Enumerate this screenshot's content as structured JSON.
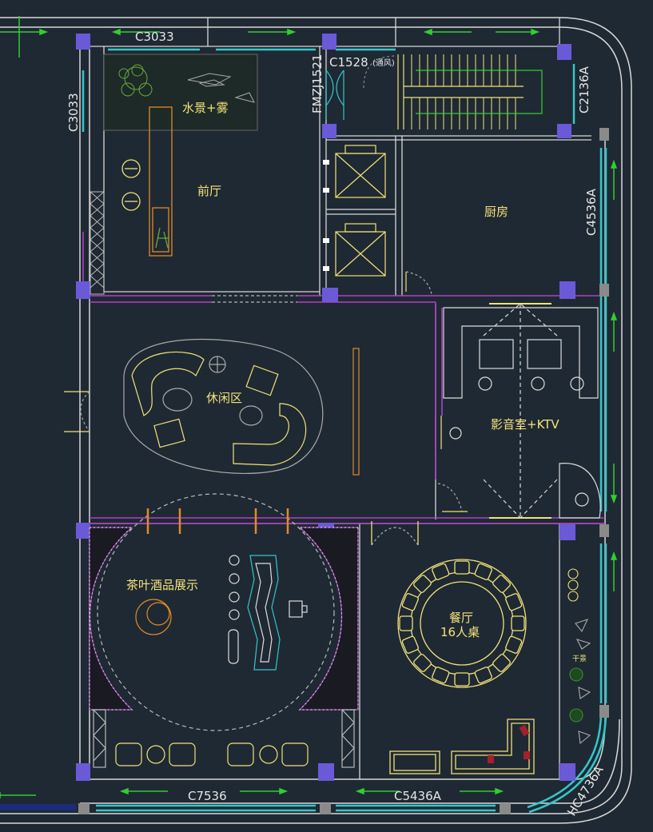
{
  "rooms": {
    "water_feature": "水景+雾",
    "foyer": "前厅",
    "kitchen": "厨房",
    "lounge": "休闲区",
    "av_ktv": "影音室+KTV",
    "tea_wine": "茶叶酒品展示",
    "dining": "餐厅",
    "dining_sub": "16人桌",
    "dry_scape": "干景"
  },
  "window_tags": {
    "top_left": "C3033",
    "left_upper": "C3033",
    "stair_window": "C1528",
    "stair_window_note": "(通风)",
    "fire_door": "FMZJ1521",
    "right_small": "C2136A",
    "right_large": "C4536A",
    "bottom_left": "C7536",
    "bottom_right": "C5436A",
    "corner": "HC4736A"
  },
  "colors": {
    "background": "#1f2933",
    "wall": "#d8d8d8",
    "glass": "#35c6c9",
    "partition": "#b040c8",
    "column": "#6a5ad8",
    "furniture": "#f0e27a",
    "orange": "#e08a2a",
    "green_arrow": "#2fd02f"
  }
}
